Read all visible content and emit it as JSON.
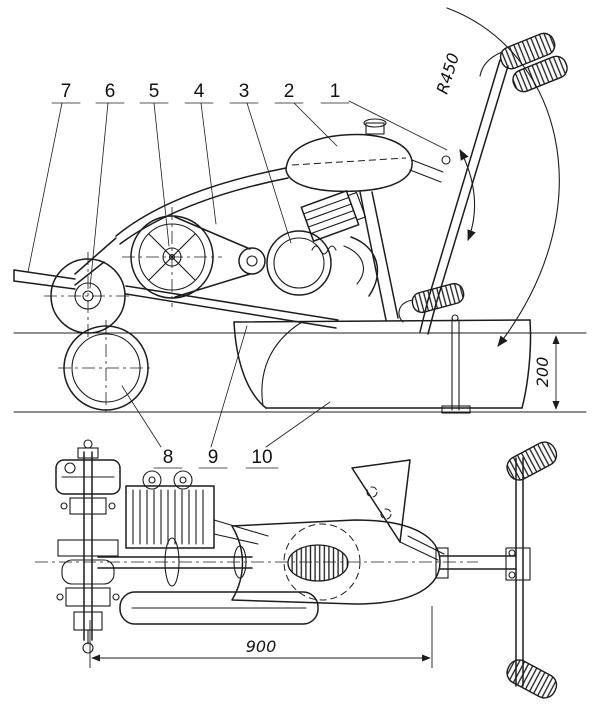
{
  "drawing": {
    "type": "technical-two-view-diagram",
    "callouts": [
      "1",
      "2",
      "3",
      "4",
      "5",
      "6",
      "7",
      "8",
      "9",
      "10"
    ],
    "dimensions": {
      "swing_radius": "R450",
      "stern_height": "200",
      "base_length": "900"
    }
  },
  "colors": {
    "ink": "#1c1c1c",
    "paper": "#ffffff"
  }
}
